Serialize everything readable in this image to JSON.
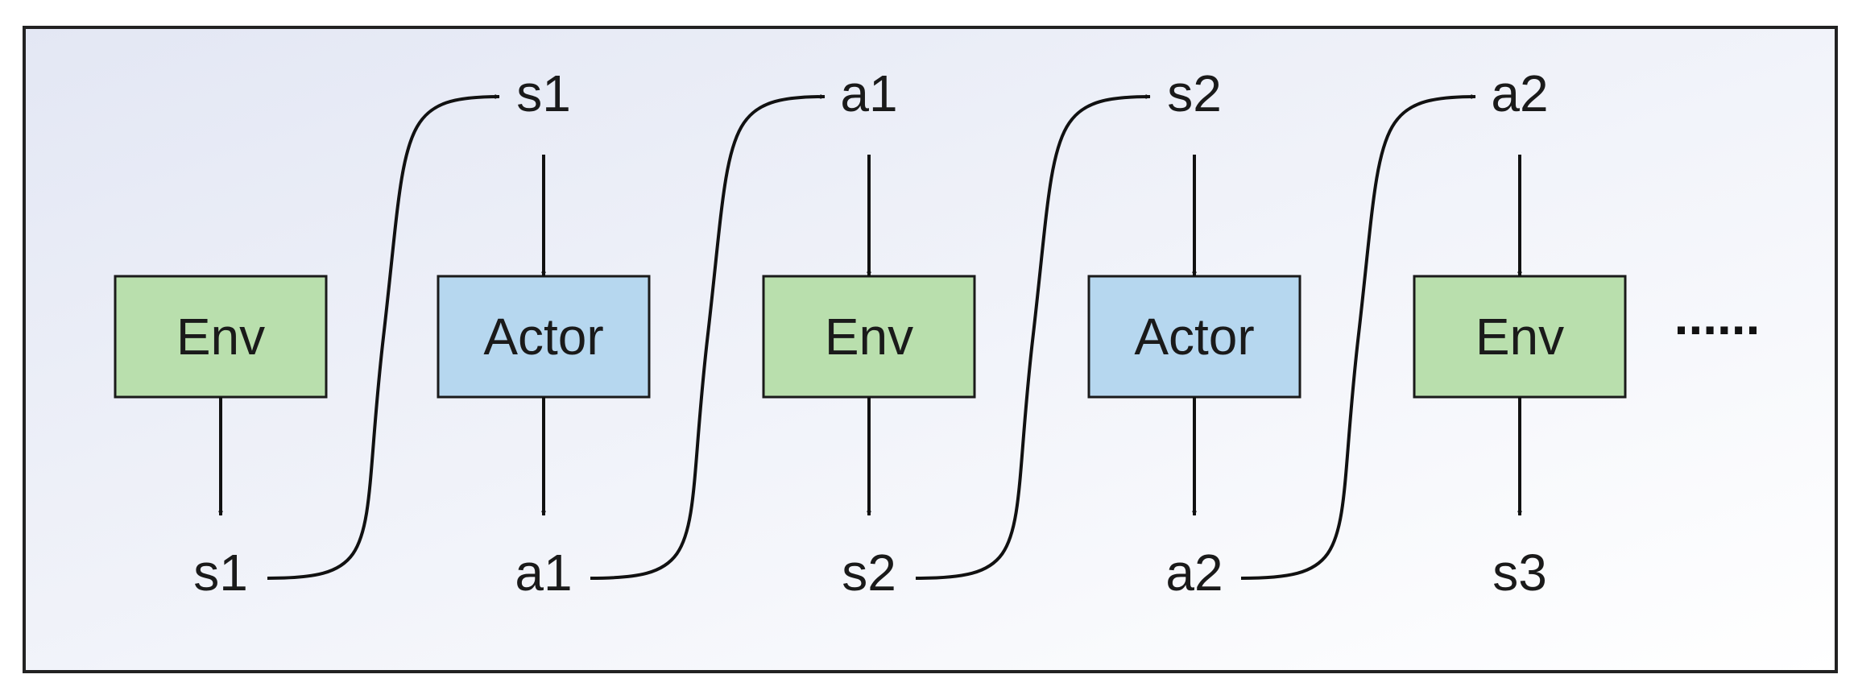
{
  "diagram": {
    "colors": {
      "env_fill": "#b9dfad",
      "actor_fill": "#b6d7ef",
      "box_stroke": "#1a1a1a",
      "arrow": "#111111",
      "background_top_left": "#e3e7f4",
      "background_bottom_right": "#ffffff",
      "frame_stroke": "#222222"
    },
    "boxes": [
      {
        "kind": "env",
        "label": "Env"
      },
      {
        "kind": "actor",
        "label": "Actor"
      },
      {
        "kind": "env",
        "label": "Env"
      },
      {
        "kind": "actor",
        "label": "Actor"
      },
      {
        "kind": "env",
        "label": "Env"
      }
    ],
    "top_labels": [
      "s1",
      "a1",
      "s2",
      "a2"
    ],
    "bottom_labels": [
      "s1",
      "a1",
      "s2",
      "a2",
      "s3"
    ],
    "continuation": "......"
  }
}
